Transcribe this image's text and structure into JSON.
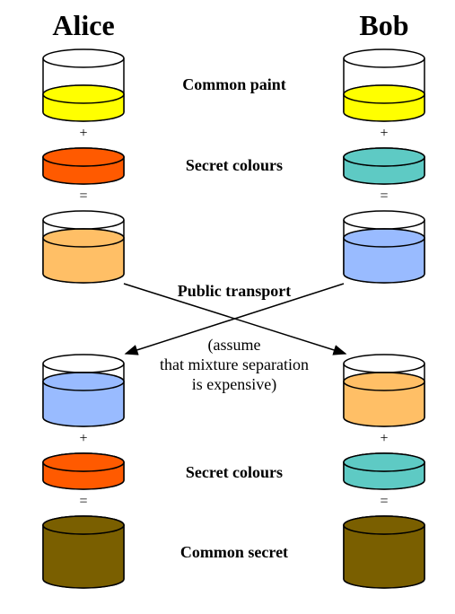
{
  "headers": {
    "left": "Alice",
    "right": "Bob"
  },
  "labels": {
    "common_paint": "Common paint",
    "secret_colours_1": "Secret colours",
    "public_transport": "Public transport",
    "secret_colours_2": "Secret colours",
    "common_secret": "Common secret"
  },
  "note": [
    "(assume",
    "that mixture separation",
    "is expensive)"
  ],
  "operators": {
    "plus": "+",
    "equals": "="
  },
  "colors": {
    "yellow": "#ffff00",
    "orange": "#ff5a00",
    "teal": "#5ecac4",
    "light_orange": "#ffbf66",
    "light_blue": "#99bbff",
    "brown": "#7a5f00",
    "outline": "#000000"
  }
}
